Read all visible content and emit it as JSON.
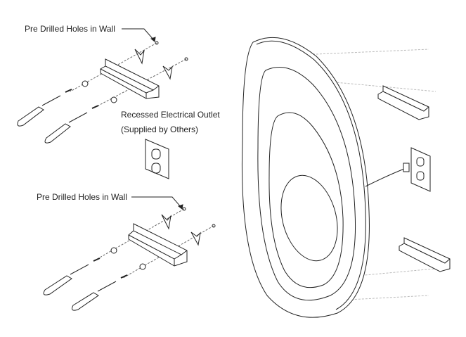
{
  "labels": {
    "top_holes": "Pre Drilled Holes in Wall",
    "outlet_line1": "Recessed Electrical Outlet",
    "outlet_line2": "(Supplied by Others)",
    "bottom_holes": "Pre Drilled Holes in Wall"
  },
  "colors": {
    "line": "#222222",
    "dashed": "#999999",
    "background": "#ffffff"
  }
}
